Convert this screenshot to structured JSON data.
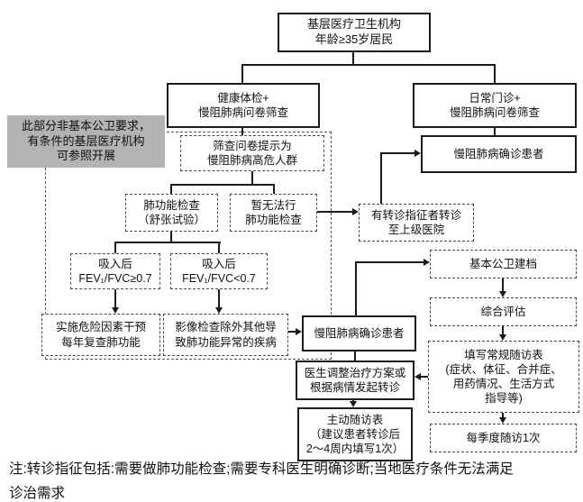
{
  "diagram": {
    "title_node": "基层医疗卫生机构\n年龄≥35岁居民",
    "nodes": {
      "top": "基层医疗卫生机构\n年龄≥35岁居民",
      "health_check": "健康体检+\n慢阻肺病问卷筛查",
      "daily_clinic": "日常门诊+\n慢阻肺病问卷筛查",
      "gray_note": "此部分非基本公卫要求，\n有条件的基层医疗机构\n可参照开展",
      "screen_result": "筛查问卷提示为\n慢阻肺病高危人群",
      "lung_test": "肺功能检查\n（舒张试验）",
      "unable_test": "暂无法行\n肺功能检查",
      "fev_ge": "吸入后\nFEV₁/FVC≥0.7",
      "fev_lt": "吸入后\nFEV₁/FVC<0.7",
      "intervene": "实施危险因素干预\n每年复查肺功能",
      "imaging": "影像检查除外其他导\n致肺功能异常的疾病",
      "confirmed_mid": "慢阻肺病确诊患者",
      "confirmed_top": "慢阻肺病确诊患者",
      "referral": "有转诊指征者转诊\n至上级医院",
      "archive": "基本公卫建档",
      "evaluation": "综合评估",
      "followup_form": "填写常规随访表\n(症状、体征、合并症、\n用药情况、生活方式\n指导等)",
      "quarterly": "每季度随访1次",
      "adjust": "医生调整治疗方案或\n根据病情发起转诊",
      "active_form": "主动随访表\n（建议患者转诊后\n2～4周内填写1次）"
    },
    "note": "注:转诊指征包括:需要做肺功能检查;需要专科医生明确诊断;当地医疗条件无法满足\n诊治需求",
    "colors": {
      "line": "#1a1a1a",
      "gray_fill": "#b3b3b3",
      "background": "#ffffff"
    }
  }
}
